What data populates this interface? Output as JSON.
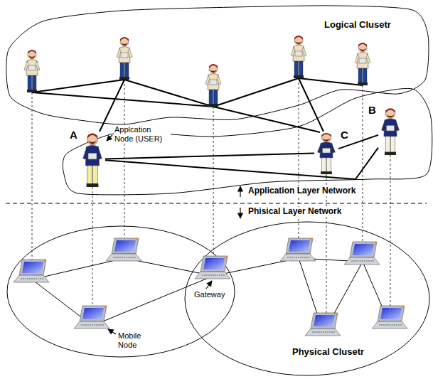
{
  "diagram": {
    "nodes": [
      {
        "text": [
          "A"
        ]
      },
      {
        "text": [
          "C"
        ]
      },
      {
        "text": [
          "B"
        ]
      }
    ],
    "edges": [
      {
        "from": 0,
        "to": 1,
        "arrow": "none"
      },
      {
        "from": 0,
        "to": 2,
        "arrow": "none"
      },
      {
        "from": 1,
        "to": 2,
        "arrow": "none"
      }
    ],
    "labels": [
      "Logical Clusetr",
      "Applcation Node (USER)",
      "Application Layer Network",
      "Phisical Layer Network",
      "Gateway",
      "Mobile Node",
      "Physical Clusetr"
    ]
  }
}
